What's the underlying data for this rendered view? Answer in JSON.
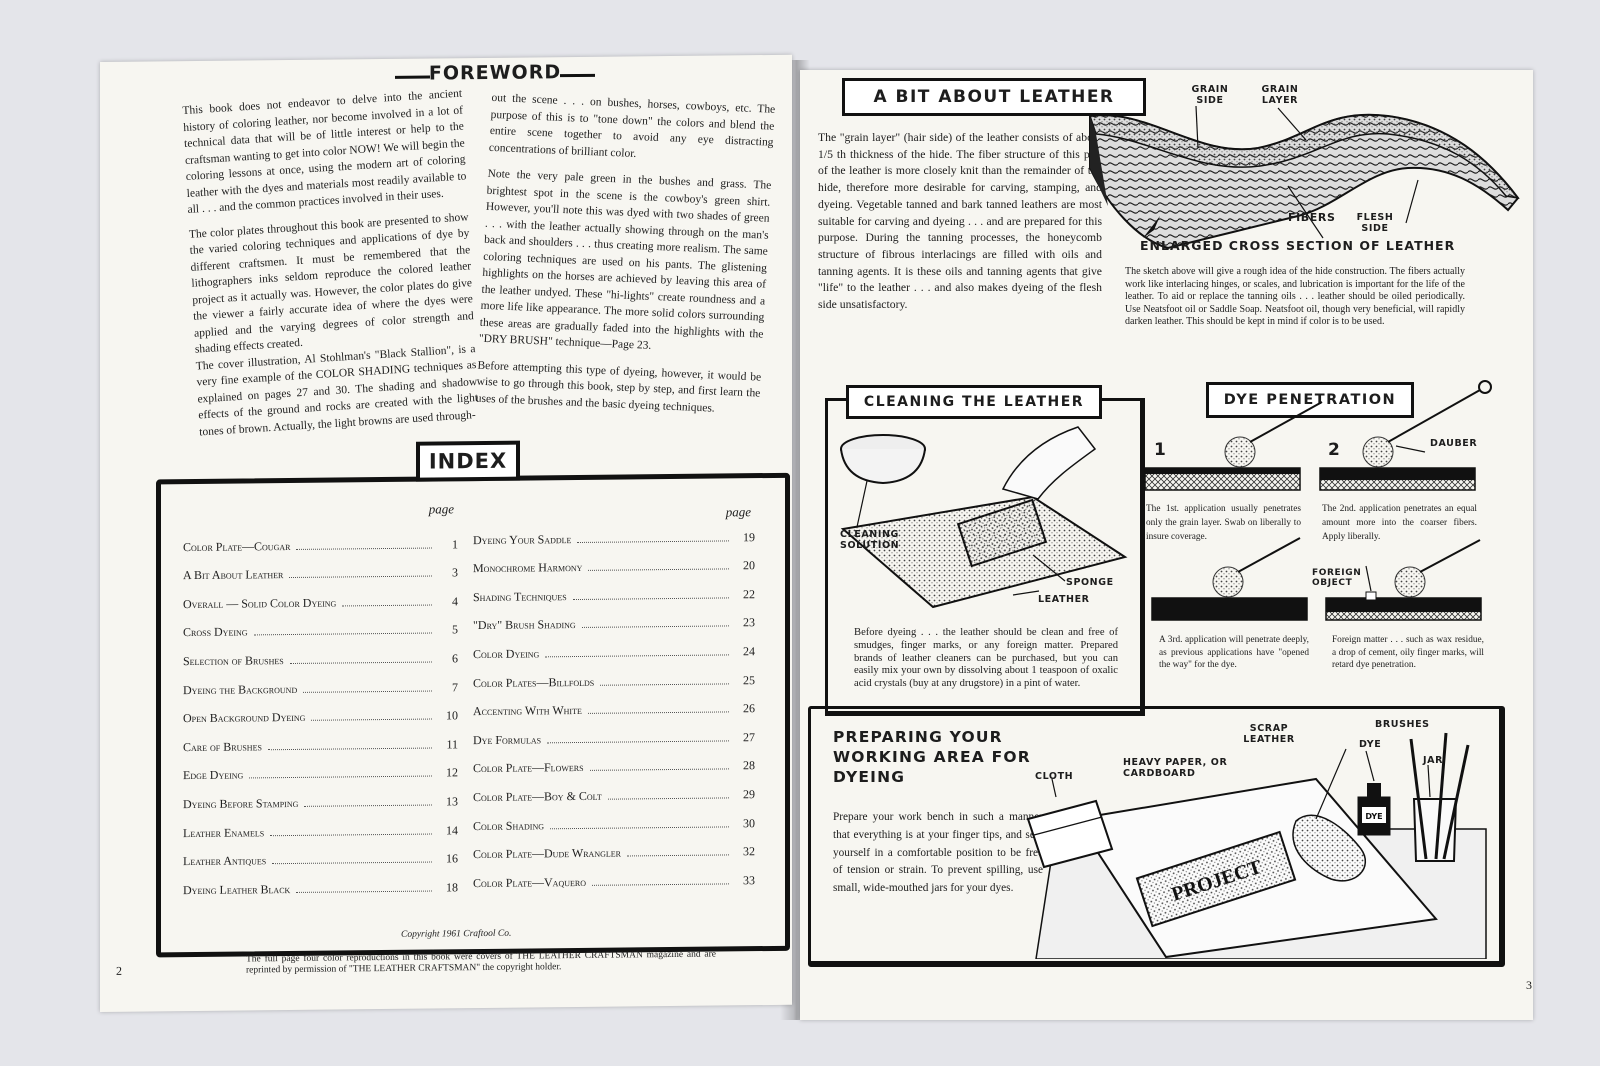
{
  "left": {
    "foreword_title": "FOREWORD",
    "col1_paragraphs": [
      "This book does not endeavor to delve into the ancient history of coloring leather, nor become involved in a lot of technical data that will be of little interest or help to the craftsman wanting to get into color NOW! We will begin the coloring lessons at once, using the modern art of coloring leather with the dyes and materials most readily available to all . . . and the common practices involved in their uses.",
      "The color plates throughout this book are presented to show the varied coloring techniques and applications of dye by different craftsmen. It must be remembered that the lithographers inks seldom reproduce the colored leather project as it actually was. However, the color plates do give the viewer a fairly accurate idea of where the dyes were applied and the varying degrees of color strength and shading effects created.",
      "The cover illustration, Al Stohlman's \"Black Stallion\", is a very fine example of the COLOR SHADING techniques as explained on pages 27 and 30. The shading and shadow effects of the ground and rocks are created with the light tones of brown. Actually, the light browns are used through-"
    ],
    "col2_paragraphs": [
      "out the scene . . . on bushes, horses, cowboys, etc. The purpose of this is to \"tone down\" the colors and blend the entire scene together to avoid any eye distracting concentrations of brilliant color.",
      "Note the very pale green in the bushes and grass. The brightest spot in the scene is the cowboy's green shirt. However, you'll note this was dyed with two shades of green . . . with the leather actually showing through on the man's back and shoulders . . . thus creating more realism. The same coloring techniques are used on his pants. The glistening highlights on the horses are achieved by leaving this area of the leather undyed. These \"hi-lights\" create roundness and a more life like appearance. The more solid colors surrounding these areas are gradually faded into the highlights with the \"DRY BRUSH\" technique—Page 23.",
      "Before attempting this type of dyeing, however, it would be wise to go through this book, step by step, and first learn the uses of the brushes and the basic dyeing techniques."
    ],
    "index_title": "INDEX",
    "page_header": "page",
    "index_left": [
      {
        "label": "Color Plate—Cougar",
        "page": "1"
      },
      {
        "label": "A Bit About Leather",
        "page": "3"
      },
      {
        "label": "Overall — Solid Color Dyeing",
        "page": "4"
      },
      {
        "label": "Cross Dyeing",
        "page": "5"
      },
      {
        "label": "Selection of Brushes",
        "page": "6"
      },
      {
        "label": "Dyeing the Background",
        "page": "7"
      },
      {
        "label": "Open Background Dyeing",
        "page": "10"
      },
      {
        "label": "Care of Brushes",
        "page": "11"
      },
      {
        "label": "Edge Dyeing",
        "page": "12"
      },
      {
        "label": "Dyeing Before Stamping",
        "page": "13"
      },
      {
        "label": "Leather Enamels",
        "page": "14"
      },
      {
        "label": "Leather Antiques",
        "page": "16"
      },
      {
        "label": "Dyeing Leather Black",
        "page": "18"
      }
    ],
    "index_right": [
      {
        "label": "Dyeing Your Saddle",
        "page": "19"
      },
      {
        "label": "Monochrome Harmony",
        "page": "20"
      },
      {
        "label": "Shading Techniques",
        "page": "22"
      },
      {
        "label": "\"Dry\" Brush Shading",
        "page": "23"
      },
      {
        "label": "Color Dyeing",
        "page": "24"
      },
      {
        "label": "Color Plates—Billfolds",
        "page": "25"
      },
      {
        "label": "Accenting With White",
        "page": "26"
      },
      {
        "label": "Dye Formulas",
        "page": "27"
      },
      {
        "label": "Color Plate—Flowers",
        "page": "28"
      },
      {
        "label": "Color Plate—Boy & Colt",
        "page": "29"
      },
      {
        "label": "Color Shading",
        "page": "30"
      },
      {
        "label": "Color Plate—Dude Wrangler",
        "page": "32"
      },
      {
        "label": "Color Plate—Vaquero",
        "page": "33"
      }
    ],
    "copyright": "Copyright 1961 Craftool Co.",
    "footer_note": "The full page four color reproductions in this book were covers of THE LEATHER CRAFTSMAN magazine and are reprinted by permission of \"THE LEATHER CRAFTSMAN\" the copyright holder.",
    "page_number": "2"
  },
  "right": {
    "bit_title": "A BIT ABOUT LEATHER",
    "grain_paragraph": "The \"grain layer\" (hair side) of the leather consists of about 1/5 th thickness of the hide. The fiber structure of this part of the leather is more closely knit than the remainder of the hide, therefore more desirable for carving, stamping, and dyeing. Vegetable tanned and bark tanned leathers are most suitable for carving and dyeing . . . and are prepared for this purpose. During the tanning processes, the honeycomb structure of fibrous interlacings are filled with oils and tanning agents. It is these oils and tanning agents that give \"life\" to the leather . . . and also makes dyeing of the flesh side unsatisfactory.",
    "labels": {
      "grain_side": "GRAIN SIDE",
      "grain_layer": "GRAIN LAYER",
      "fibers": "FIBERS",
      "flesh_side": "FLESH SIDE",
      "cross_section": "ENLARGED CROSS SECTION OF LEATHER"
    },
    "sketch_note": "The sketch above will give a rough idea of the hide construction. The fibers actually work like interlacing hinges, or scales, and lubrication is important for the life of the leather. To aid or replace the tanning oils . . . leather should be oiled periodically. Use Neatsfoot oil or Saddle Soap. Neatsfoot oil, though very beneficial, will rapidly darken leather. This should be kept in mind if color is to be used.",
    "cleaning_title": "CLEANING THE LEATHER",
    "cleaning_labels": {
      "solution": "CLEANING SOLUTION",
      "sponge": "SPONGE",
      "leather": "LEATHER"
    },
    "cleaning_text": "Before dyeing . . . the leather should be clean and free of smudges, finger marks, or any foreign matter. Prepared brands of leather cleaners can be purchased, but you can easily mix your own by dissolving about 1 teaspoon of oxalic acid crystals (buy at any drugstore) in a pint of water.",
    "dye_title": "DYE PENETRATION",
    "dye_labels": {
      "step1": "1",
      "step2": "2",
      "dauber": "DAUBER",
      "foreign_object": "FOREIGN OBJECT"
    },
    "dye_captions": [
      "The 1st. application usually penetrates only the grain layer. Swab on liberally to insure coverage.",
      "The 2nd. application penetrates an equal amount more into the coarser fibers. Apply liberally.",
      "A 3rd. application will penetrate deeply, as previous applications have \"opened the way\" for the dye.",
      "Foreign matter . . . such as wax residue, a drop of cement, oily finger marks, will retard dye penetration."
    ],
    "prep_title": "PREPARING YOUR WORKING AREA FOR DYEING",
    "prep_labels": {
      "scrap": "SCRAP LEATHER",
      "brushes": "BRUSHES",
      "heavy_paper": "HEAVY PAPER, OR CARDBOARD",
      "dye": "DYE",
      "jar": "JAR",
      "cloth": "CLOTH",
      "project": "PROJECT",
      "bottle_label": "DYE"
    },
    "prep_text": "Prepare your work bench in such a manner that everything is at your finger tips, and seat yourself in a comfortable position to be free of tension or strain. To prevent spilling, use small, wide-mouthed jars for your dyes.",
    "page_number": "3"
  }
}
